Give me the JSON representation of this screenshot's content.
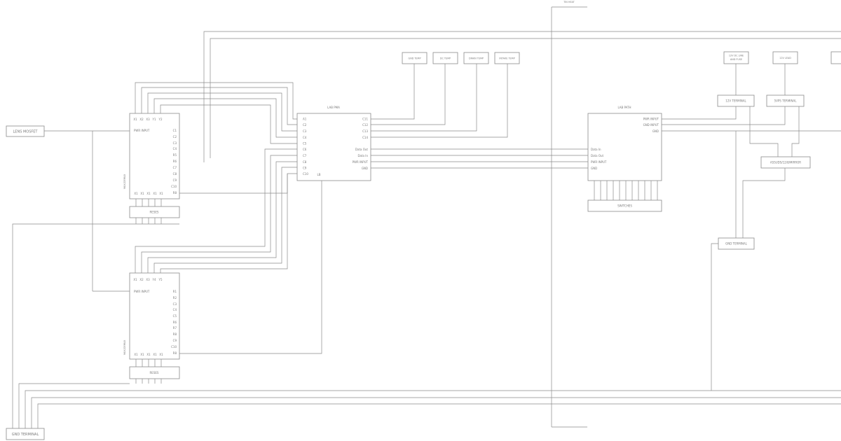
{
  "components": {
    "lens_mosfet": "LENS MOSFET",
    "gnd_terminal_left": "GND TERMINAL",
    "gnd_terminal_right": "GND TERMINAL",
    "top_tab": "TIN HEAT",
    "chip1": {
      "pins_top": [
        "X1",
        "X2",
        "X3",
        "Y1",
        "Y2"
      ],
      "pins_bottom": [
        "X1",
        "X1",
        "X1",
        "X1",
        "X1"
      ],
      "right_pins": [
        "C1",
        "C2",
        "C3",
        "C4",
        "R5",
        "R6",
        "C7",
        "C8",
        "C9",
        "C10",
        "R8"
      ],
      "side_label": "MUX/DEMUX",
      "inner_label": "PWR INPUT",
      "below_label": "RESES"
    },
    "chip2": {
      "pins_top": [
        "X1",
        "X2",
        "X3",
        "Y4",
        "Y5"
      ],
      "pins_bottom": [
        "X1",
        "X1",
        "X1",
        "X1",
        "X1"
      ],
      "right_pins": [
        "R1",
        "R2",
        "C3",
        "C4",
        "C5",
        "R6",
        "R7",
        "R8",
        "C9",
        "C10",
        "R8"
      ],
      "side_label": "MUX/DEMUX",
      "inner_label": "PWR INPUT",
      "below_label": "RESES"
    },
    "chip3": {
      "title": "LAB PMA",
      "left_pins": [
        "A1",
        "C2",
        "C3",
        "C4",
        "C5",
        "C6",
        "C7",
        "C8",
        "C9",
        "C10"
      ],
      "right_pins": [
        "C11",
        "C12",
        "C13",
        "C14",
        "Data Out",
        "Data In",
        "PWR INPUT",
        "GND"
      ],
      "bottom_label": "LB"
    },
    "chip4": {
      "title": "LAB PATH",
      "left_pins": [
        "Data In",
        "Data Out",
        "PWR INPUT",
        "GND"
      ],
      "right_pins": [
        "PWR INPUT",
        "GND INPUT",
        "GND"
      ]
    },
    "connectors_top": [
      "GND TEMP",
      "DC TEMP",
      "DRAIN TEMP",
      "INTAKE TEMP"
    ],
    "right_top_boxes": [
      "12V DC LINE\nAND FUSE",
      "12V LEAD"
    ],
    "terminal_12v": "12V TERMINAL",
    "terminal_5v": "5VPS TERMINAL",
    "regulator": "ASSUDS/12/8/MIRROR",
    "switches": "SWITCHES"
  }
}
